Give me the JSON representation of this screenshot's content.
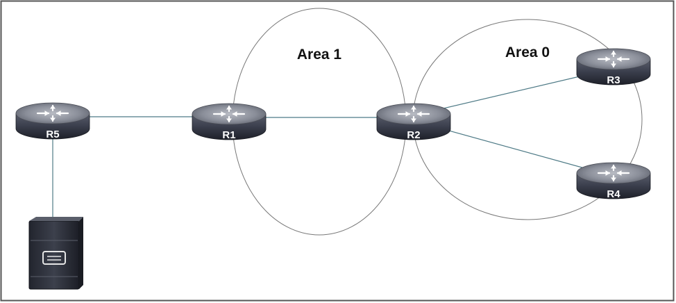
{
  "diagram": {
    "areas": [
      {
        "id": "area1",
        "label": "Area 1"
      },
      {
        "id": "area0",
        "label": "Area 0"
      }
    ],
    "routers": [
      {
        "id": "r5",
        "label": "R5"
      },
      {
        "id": "r1",
        "label": "R1"
      },
      {
        "id": "r2",
        "label": "R2"
      },
      {
        "id": "r3",
        "label": "R3"
      },
      {
        "id": "r4",
        "label": "R4"
      }
    ],
    "links": [
      {
        "from": "R5",
        "to": "R1"
      },
      {
        "from": "R1",
        "to": "R2"
      },
      {
        "from": "R2",
        "to": "R3"
      },
      {
        "from": "R2",
        "to": "R4"
      },
      {
        "from": "R5",
        "to": "server"
      }
    ],
    "devices": [
      {
        "id": "server",
        "icon": "server-icon"
      }
    ],
    "colors": {
      "router_body": "#3a3e4c",
      "router_top": "#8a8e99",
      "link": "#4e7a86",
      "area_outline": "#777777",
      "border": "#555555"
    }
  }
}
